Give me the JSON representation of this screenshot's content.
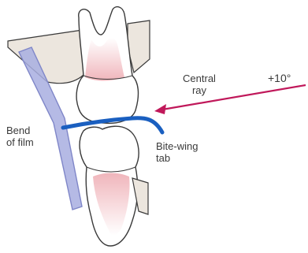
{
  "labels": {
    "central_ray_line1": "Central",
    "central_ray_line2": "ray",
    "angle": "+10°",
    "bend_line1": "Bend",
    "bend_line2": "of film",
    "tab_line1": "Bite-wing",
    "tab_line2": "tab"
  },
  "colors": {
    "film": "#a8aee0",
    "film_edge": "#7f86c8",
    "tab": "#1a5fc0",
    "ray": "#c0185a",
    "tooth_outline": "#3a3a3a",
    "tooth_fill": "#ffffff",
    "pulp": "#f0b5bb",
    "gum": "#ece6de",
    "text": "#3a3a3a"
  }
}
